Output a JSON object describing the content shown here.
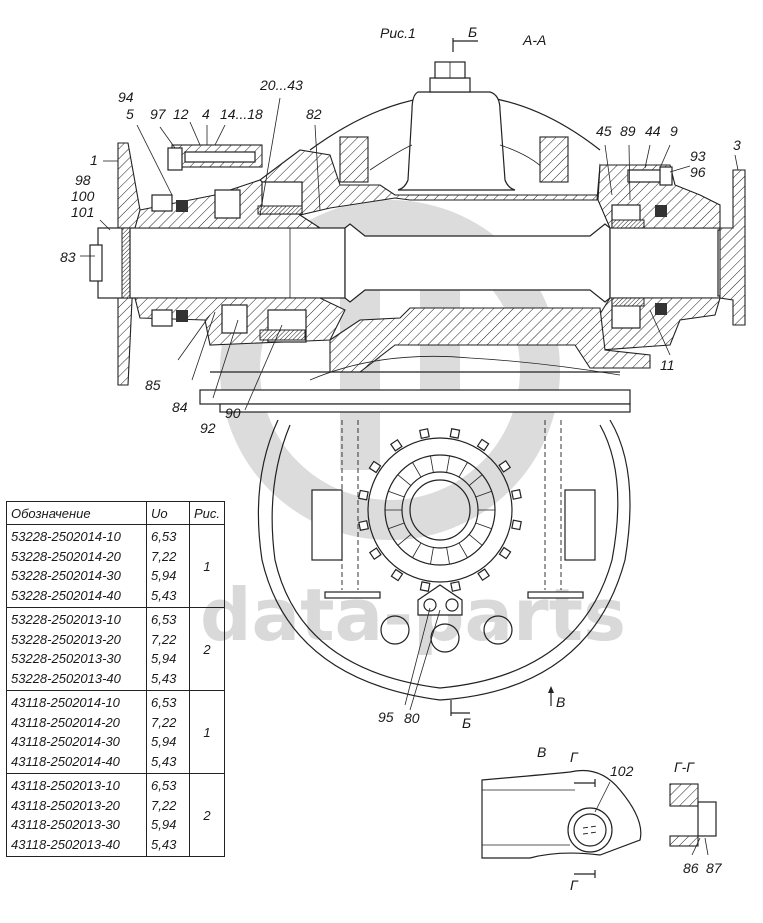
{
  "figure": {
    "title": "Рис.1",
    "section_view": "А-А",
    "section_mark_top": "Б",
    "section_mark_bottom": "Б",
    "view_arrow_label": "В",
    "detail_view_label": "В",
    "detail_section_mark": "Г",
    "detail_section_title": "Г-Г",
    "watermark": "data-parts"
  },
  "callouts": [
    {
      "id": "1",
      "text": "1"
    },
    {
      "id": "3",
      "text": "3"
    },
    {
      "id": "4",
      "text": "4"
    },
    {
      "id": "5",
      "text": "5"
    },
    {
      "id": "9",
      "text": "9"
    },
    {
      "id": "11",
      "text": "11"
    },
    {
      "id": "12",
      "text": "12"
    },
    {
      "id": "14-18",
      "text": "14...18"
    },
    {
      "id": "20-43",
      "text": "20...43"
    },
    {
      "id": "44",
      "text": "44"
    },
    {
      "id": "45",
      "text": "45"
    },
    {
      "id": "80",
      "text": "80"
    },
    {
      "id": "82",
      "text": "82"
    },
    {
      "id": "83",
      "text": "83"
    },
    {
      "id": "84",
      "text": "84"
    },
    {
      "id": "85",
      "text": "85"
    },
    {
      "id": "86",
      "text": "86"
    },
    {
      "id": "87",
      "text": "87"
    },
    {
      "id": "89",
      "text": "89"
    },
    {
      "id": "90",
      "text": "90"
    },
    {
      "id": "92",
      "text": "92"
    },
    {
      "id": "93",
      "text": "93"
    },
    {
      "id": "94",
      "text": "94"
    },
    {
      "id": "95",
      "text": "95"
    },
    {
      "id": "96",
      "text": "96"
    },
    {
      "id": "97",
      "text": "97"
    },
    {
      "id": "98",
      "text": "98"
    },
    {
      "id": "100",
      "text": "100"
    },
    {
      "id": "101",
      "text": "101"
    },
    {
      "id": "102",
      "text": "102"
    }
  ],
  "table": {
    "headers": [
      "Обозначение",
      "Uo",
      "Рис."
    ],
    "groups": [
      {
        "fig": "1",
        "rows": [
          {
            "designation": "53228-2502014-10",
            "ratio": "6,53"
          },
          {
            "designation": "53228-2502014-20",
            "ratio": "7,22"
          },
          {
            "designation": "53228-2502014-30",
            "ratio": "5,94"
          },
          {
            "designation": "53228-2502014-40",
            "ratio": "5,43"
          }
        ]
      },
      {
        "fig": "2",
        "rows": [
          {
            "designation": "53228-2502013-10",
            "ratio": "6,53"
          },
          {
            "designation": "53228-2502013-20",
            "ratio": "7,22"
          },
          {
            "designation": "53228-2502013-30",
            "ratio": "5,94"
          },
          {
            "designation": "53228-2502013-40",
            "ratio": "5,43"
          }
        ]
      },
      {
        "fig": "1",
        "rows": [
          {
            "designation": "43118-2502014-10",
            "ratio": "6,53"
          },
          {
            "designation": "43118-2502014-20",
            "ratio": "7,22"
          },
          {
            "designation": "43118-2502014-30",
            "ratio": "5,94"
          },
          {
            "designation": "43118-2502014-40",
            "ratio": "5,43"
          }
        ]
      },
      {
        "fig": "2",
        "rows": [
          {
            "designation": "43118-2502013-10",
            "ratio": "6,53"
          },
          {
            "designation": "43118-2502013-20",
            "ratio": "7,22"
          },
          {
            "designation": "43118-2502013-30",
            "ratio": "5,94"
          },
          {
            "designation": "43118-2502013-40",
            "ratio": "5,43"
          }
        ]
      }
    ]
  }
}
